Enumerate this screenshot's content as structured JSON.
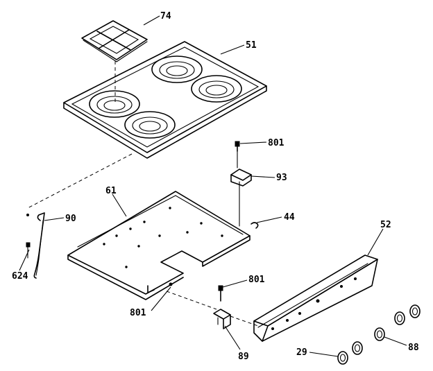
{
  "callouts": [
    {
      "id": "grate",
      "text": "74"
    },
    {
      "id": "cooktop",
      "text": "51"
    },
    {
      "id": "screw_top",
      "text": "801"
    },
    {
      "id": "bracket",
      "text": "93"
    },
    {
      "id": "clip",
      "text": "44"
    },
    {
      "id": "burner_box",
      "text": "61"
    },
    {
      "id": "wire",
      "text": "90"
    },
    {
      "id": "fastener_left",
      "text": "624"
    },
    {
      "id": "panel",
      "text": "52"
    },
    {
      "id": "screw_mid",
      "text": "801"
    },
    {
      "id": "screw_low",
      "text": "801"
    },
    {
      "id": "bracket_low",
      "text": "89"
    },
    {
      "id": "knob_left",
      "text": "29"
    },
    {
      "id": "knob_right",
      "text": "88"
    }
  ]
}
